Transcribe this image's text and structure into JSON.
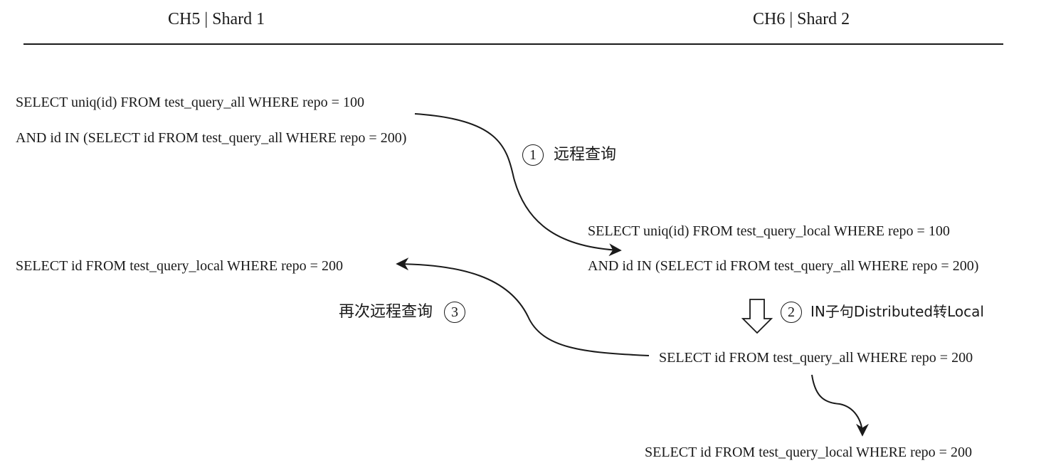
{
  "header": {
    "left_title": "CH5 | Shard 1",
    "right_title": "CH6 | Shard 2"
  },
  "shard1": {
    "query_line1": "SELECT uniq(id) FROM test_query_all WHERE repo = 100",
    "query_line2": "AND id IN (SELECT id FROM test_query_all WHERE repo = 200)",
    "local_query": "SELECT id FROM test_query_local WHERE repo = 200"
  },
  "shard2": {
    "query_line1": "SELECT uniq(id) FROM test_query_local WHERE repo = 100",
    "query_line2": "AND id IN (SELECT id FROM test_query_all WHERE repo = 200)",
    "sub_query": "SELECT id FROM test_query_all WHERE repo = 200",
    "local_query": "SELECT id FROM test_query_local WHERE repo = 200"
  },
  "steps": [
    {
      "number": "1",
      "label": "远程查询"
    },
    {
      "number": "2",
      "label": "IN子句Distributed转Local"
    },
    {
      "number": "3",
      "label": "再次远程查询"
    }
  ],
  "colors": {
    "ink": "#1a1a1a",
    "background": "#ffffff"
  }
}
